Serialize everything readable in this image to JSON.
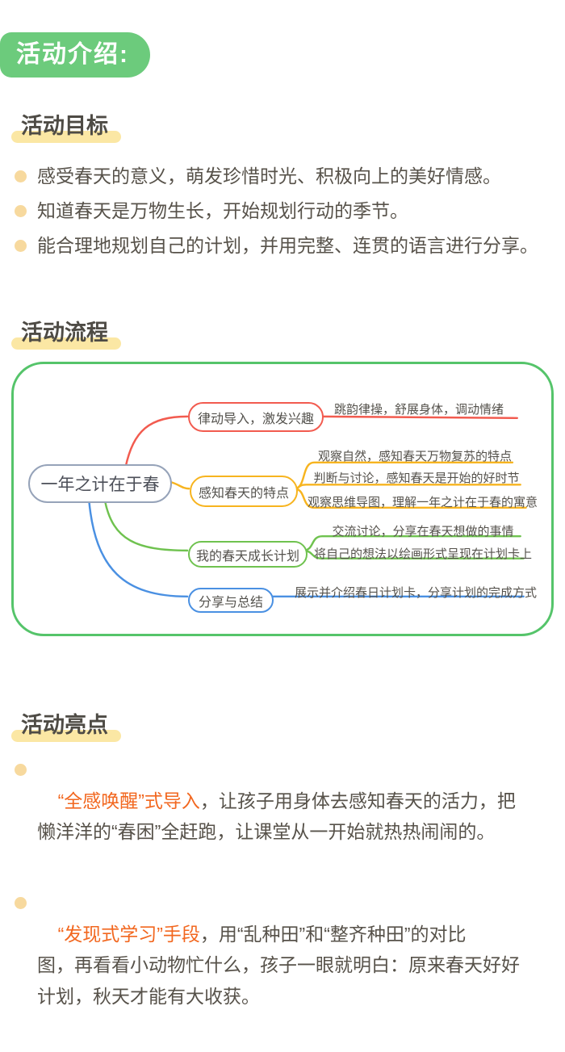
{
  "header": {
    "badge": "活动介绍:"
  },
  "colors": {
    "badge_green": "#6CCB7C",
    "title_highlight_yellow": "#FBE7A4",
    "bullet_dot": "#F7D99E",
    "accent_orange": "#F2671F",
    "mindmap_frame_green": "#55C46A",
    "branch_red": "#F25B4F",
    "branch_yellow": "#F7B41F",
    "branch_green": "#6FC24F",
    "branch_blue": "#4A90E2",
    "root_border": "#96A3B9"
  },
  "sections": {
    "goals": {
      "title": "活动目标",
      "items": [
        "感受春天的意义，萌发珍惜时光、积极向上的美好情感。",
        "知道春天是万物生长，开始规划行动的季节。",
        "能合理地规划自己的计划，并用完整、连贯的语言进行分享。"
      ]
    },
    "flow": {
      "title": "活动流程"
    },
    "highlights": {
      "title": "活动亮点",
      "items": [
        {
          "lead": "“全感唤醒”式导入",
          "rest": "，让孩子用身体去感知春天的活力，把\n懒洋洋的“春困”全赶跑，让课堂从一开始就热热闹闹的。"
        },
        {
          "lead": "“发现式学习”手段",
          "rest": "，用“乱种田”和“整齐种田”的对比\n图，再看看小动物忙什么，孩子一眼就明白：原来春天好好\n计划，秋天才能有大收获。"
        }
      ]
    }
  },
  "mindmap": {
    "root": "一年之计在于春",
    "branches": [
      {
        "name": "律动导入，激发兴趣",
        "color": "#F25B4F",
        "leaves": [
          "跳韵律操，舒展身体，调动情绪"
        ]
      },
      {
        "name": "感知春天的特点",
        "color": "#F7B41F",
        "leaves": [
          "观察自然，感知春天万物复苏的特点",
          "判断与讨论，感知春天是开始的好时节",
          "观察思维导图，理解一年之计在于春的寓意"
        ]
      },
      {
        "name": "我的春天成长计划",
        "color": "#6FC24F",
        "leaves": [
          "交流讨论，分享在春天想做的事情",
          "将自己的想法以绘画形式呈现在计划卡上"
        ]
      },
      {
        "name": "分享与总结",
        "color": "#4A90E2",
        "leaves": [
          "展示并介绍春日计划卡，分享计划的完成方式"
        ]
      }
    ]
  }
}
